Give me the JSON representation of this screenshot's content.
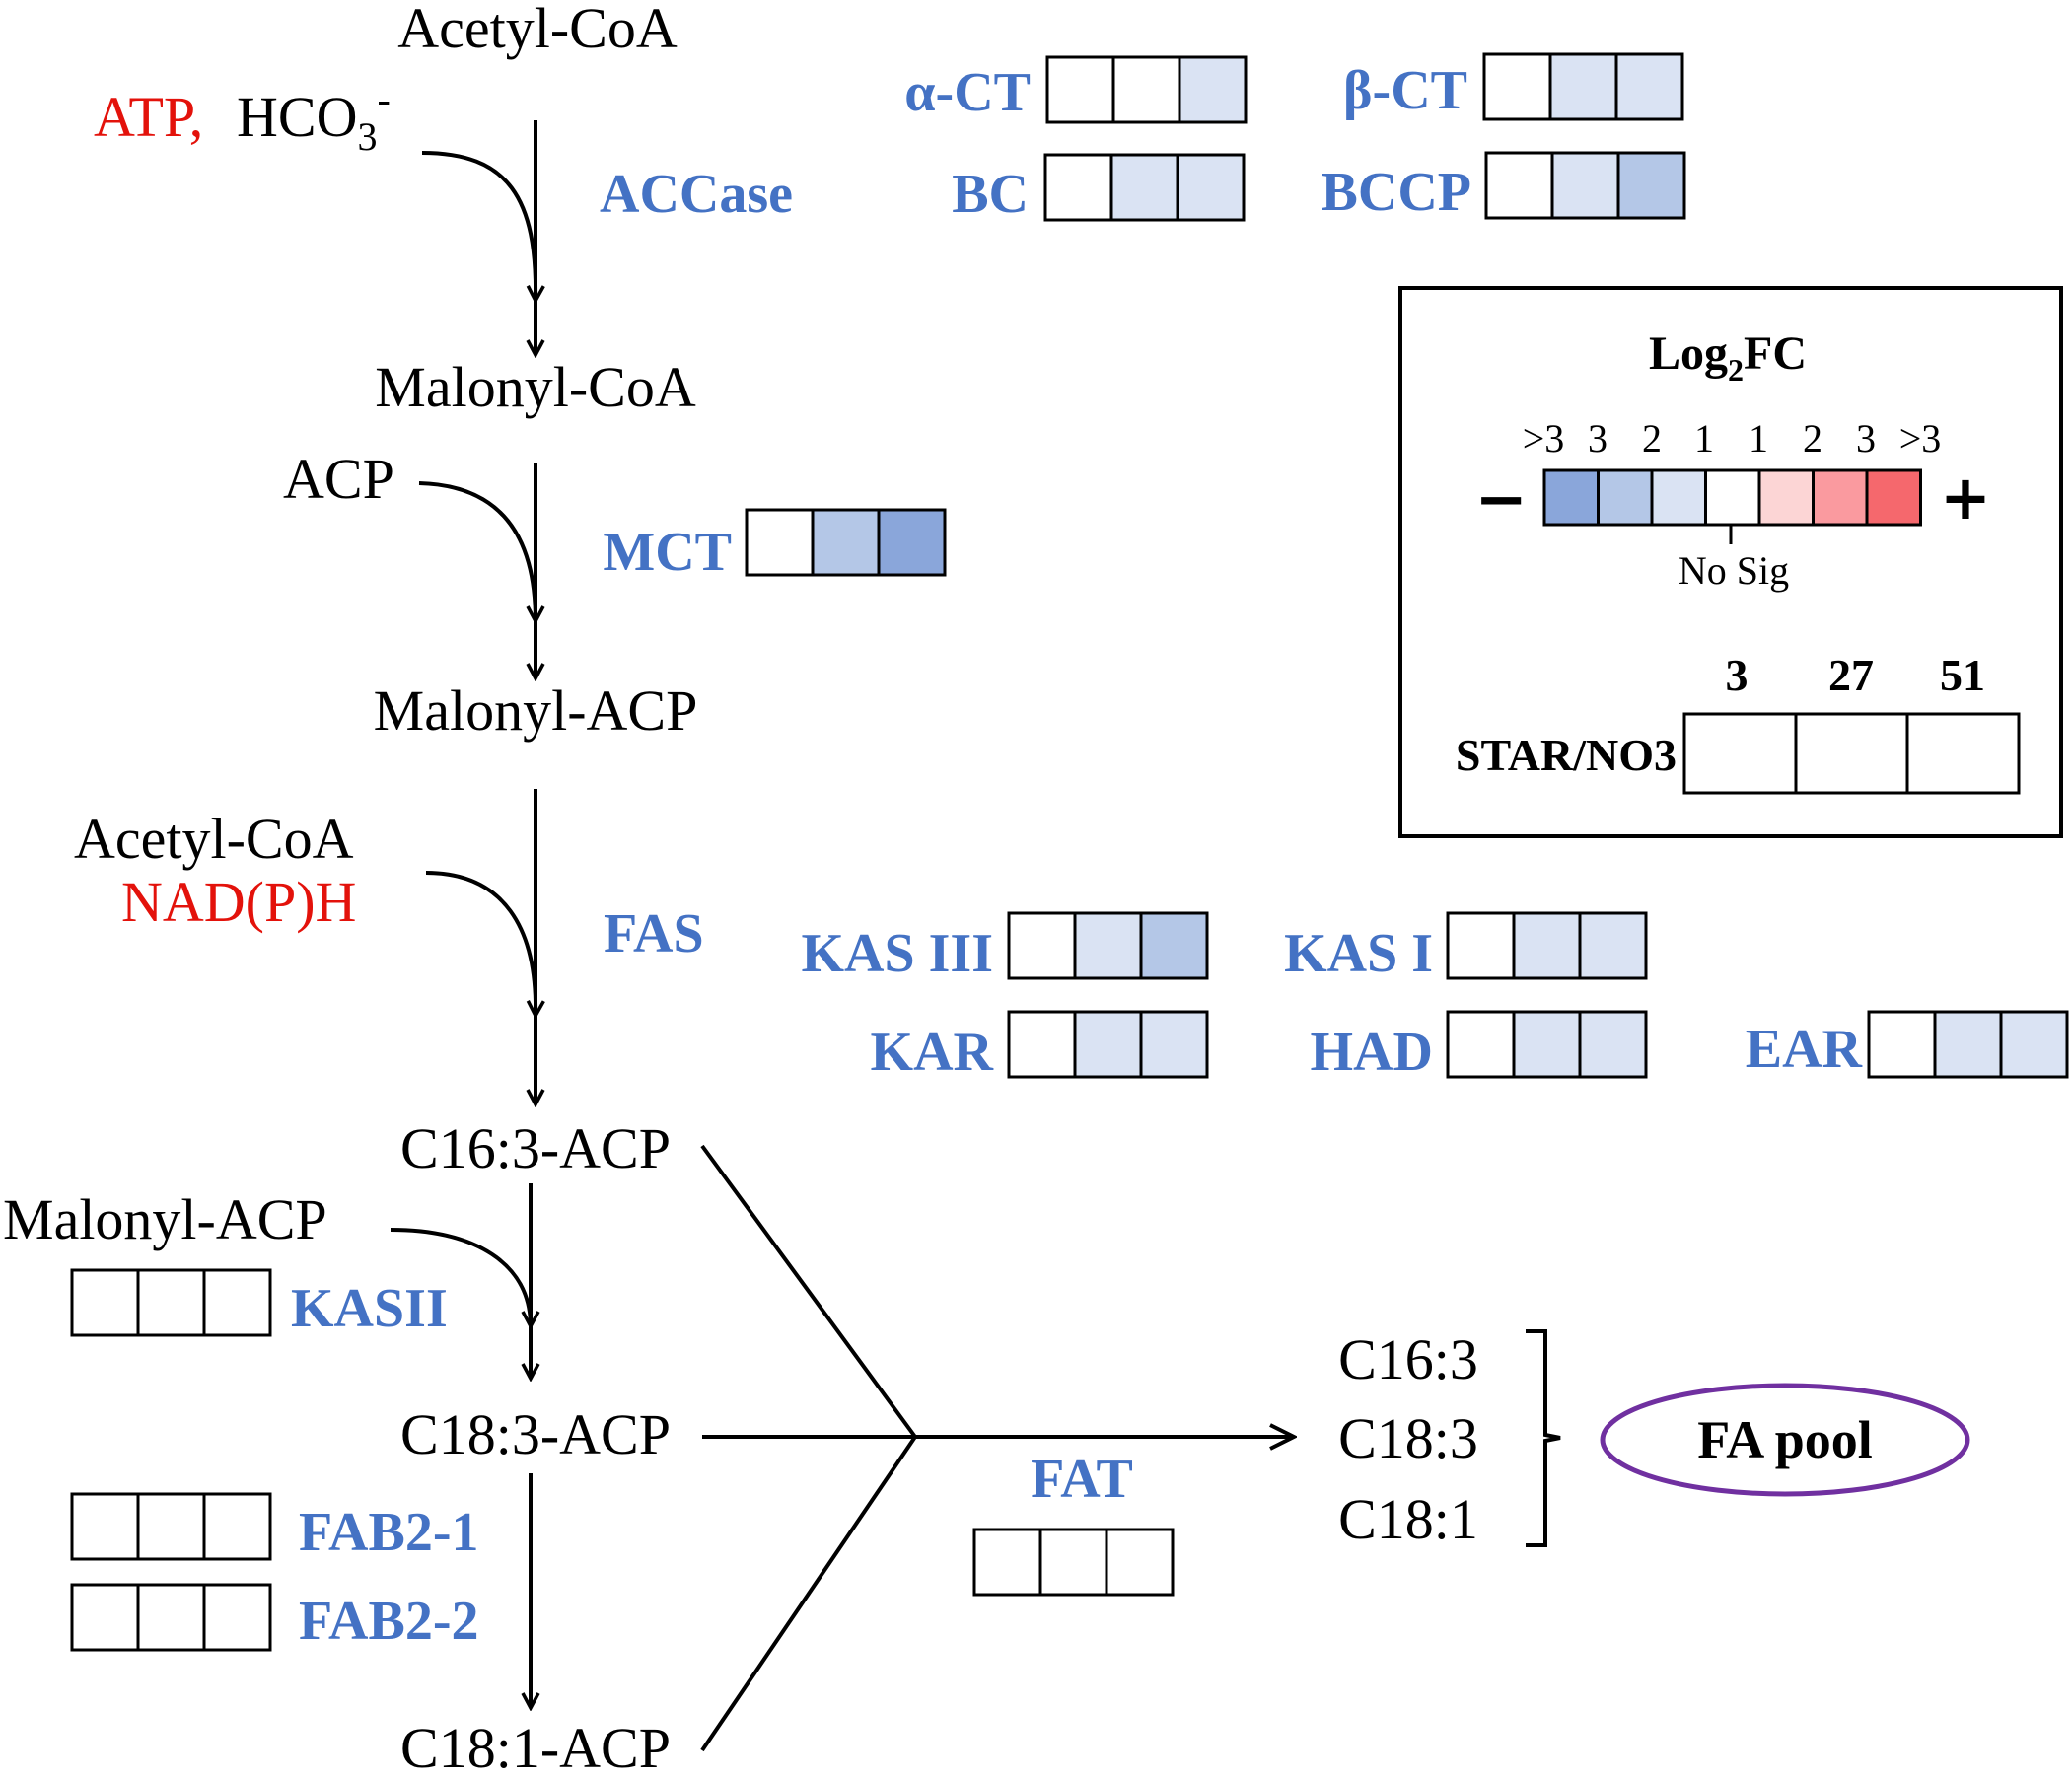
{
  "colors": {
    "enzyme_label": "#4472c4",
    "cofactor_label": "#e3120b",
    "pool_outline": "#7030a0",
    "scale": [
      "#8aa6da",
      "#b4c7e7",
      "#dae3f3",
      "#ffffff",
      "#fcd5d5",
      "#fa9a9f",
      "#f5686d"
    ]
  },
  "metabolites": {
    "acetyl_coa_top": "Acetyl-CoA",
    "malonyl_coa": "Malonyl-CoA",
    "malonyl_acp": "Malonyl-ACP",
    "c16_3_acp": "C16:3-ACP",
    "c18_3_acp": "C18:3-ACP",
    "c18_1_acp": "C18:1-ACP"
  },
  "inputs": {
    "atp": "ATP,",
    "hco3_base": "HCO",
    "hco3_sub": "3",
    "hco3_sup": "-",
    "acp": "ACP",
    "acetyl_coa_2": "Acetyl-CoA",
    "nadph": "NAD(P)H",
    "malonyl_acp_2": "Malonyl-ACP"
  },
  "enzymes": {
    "accase": "ACCase",
    "alpha_ct": "α-CT",
    "beta_ct": "β-CT",
    "bc": "BC",
    "bccp": "BCCP",
    "mct": "MCT",
    "fas": "FAS",
    "kas_iii": "KAS III",
    "kas_i": "KAS I",
    "kar": "KAR",
    "had": "HAD",
    "ear": "EAR",
    "kasii": "KASII",
    "fab2_1": "FAB2-1",
    "fab2_2": "FAB2-2",
    "fat": "FAT"
  },
  "heatmap_levels": {
    "alpha_ct": [
      0,
      0,
      -1
    ],
    "beta_ct": [
      0,
      -1,
      -1
    ],
    "bc": [
      0,
      -1,
      -1
    ],
    "bccp": [
      0,
      -1,
      -2
    ],
    "mct": [
      0,
      -2,
      -3
    ],
    "kas_iii": [
      0,
      -1,
      -2
    ],
    "kas_i": [
      0,
      -1,
      -1
    ],
    "kar": [
      0,
      -1,
      -1
    ],
    "had": [
      0,
      -1,
      -1
    ],
    "ear": [
      0,
      -1,
      -1
    ],
    "kasii": [
      0,
      0,
      0
    ],
    "fab2_1": [
      0,
      0,
      0
    ],
    "fab2_2": [
      0,
      0,
      0
    ],
    "fat": [
      0,
      0,
      0
    ]
  },
  "products": {
    "c16_3": "C16:3",
    "c18_3": "C18:3",
    "c18_1": "C18:1",
    "pool": "FA pool"
  },
  "legend": {
    "title_base": "Log",
    "title_sub": "2",
    "title_end": "FC",
    "scale_ticks": [
      ">3",
      "3",
      "2",
      "1",
      "1",
      "2",
      "3",
      ">3"
    ],
    "minus": "−",
    "plus": "+",
    "no_sig": "No Sig",
    "timepoints": [
      "3",
      "27",
      "51"
    ],
    "row_label": "STAR/NO3"
  }
}
